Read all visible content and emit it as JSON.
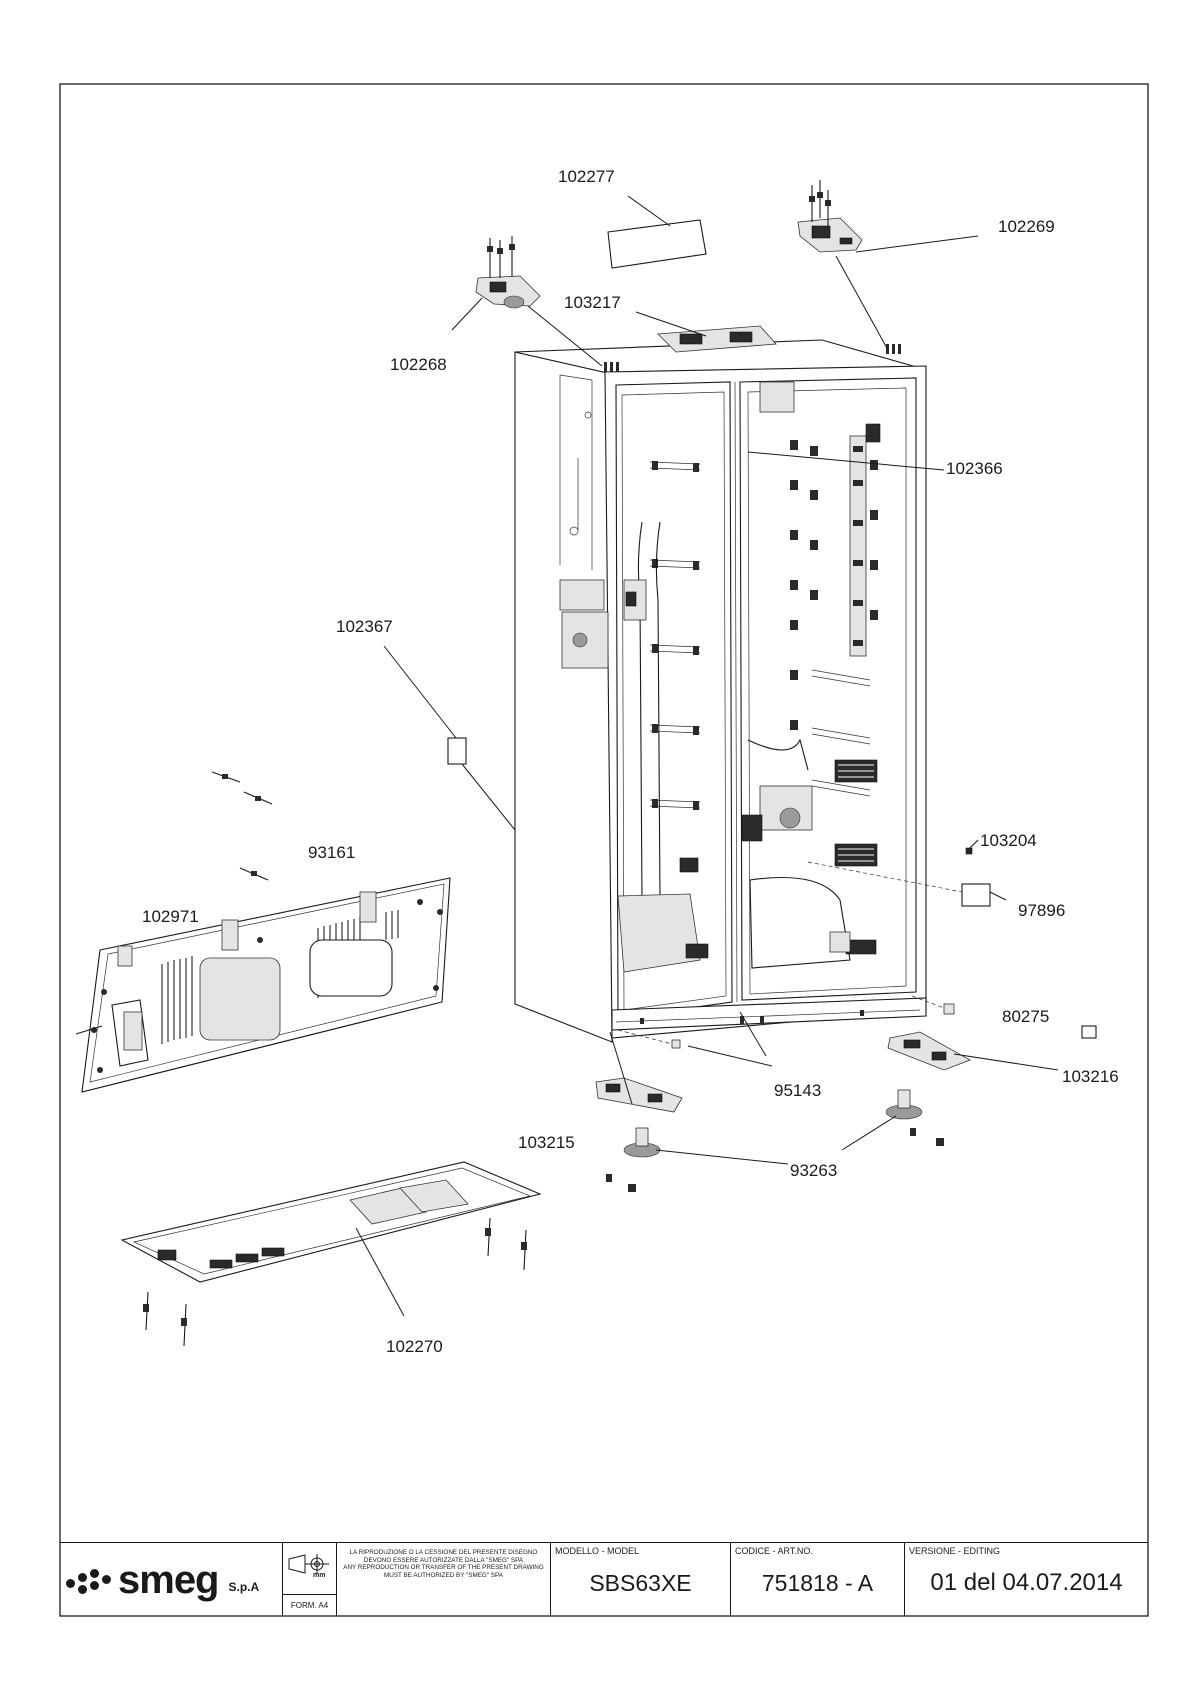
{
  "drawing": {
    "callouts": [
      "102277",
      "102269",
      "103217",
      "102268",
      "102366",
      "102367",
      "93161",
      "102971",
      "103204",
      "97896",
      "80275",
      "103216",
      "95143",
      "103215",
      "93263",
      "102270"
    ]
  },
  "title_block": {
    "logo_text": "smeg",
    "company_suffix": "S.p.A",
    "form": "FORM. A4",
    "unit": "mm",
    "notice_it": "LA RIPRODUZIONE O LA CESSIONE DEL PRESENTE DISEGNO DEVONO ESSERE AUTORIZZATE DALLA \"SMEG\" SPA",
    "notice_en": "ANY REPRODUCTION OR TRANSFER OF THE PRESENT DRAWING MUST BE AUTHORIZED BY \"SMEG\" SPA",
    "model_caption": "MODELLO - MODEL",
    "model": "SBS63XE",
    "code_caption": "CODICE - ART.NO.",
    "code": "751818 - A",
    "edition_caption": "VERSIONE - EDITING",
    "edition": "01 del 04.07.2014"
  }
}
